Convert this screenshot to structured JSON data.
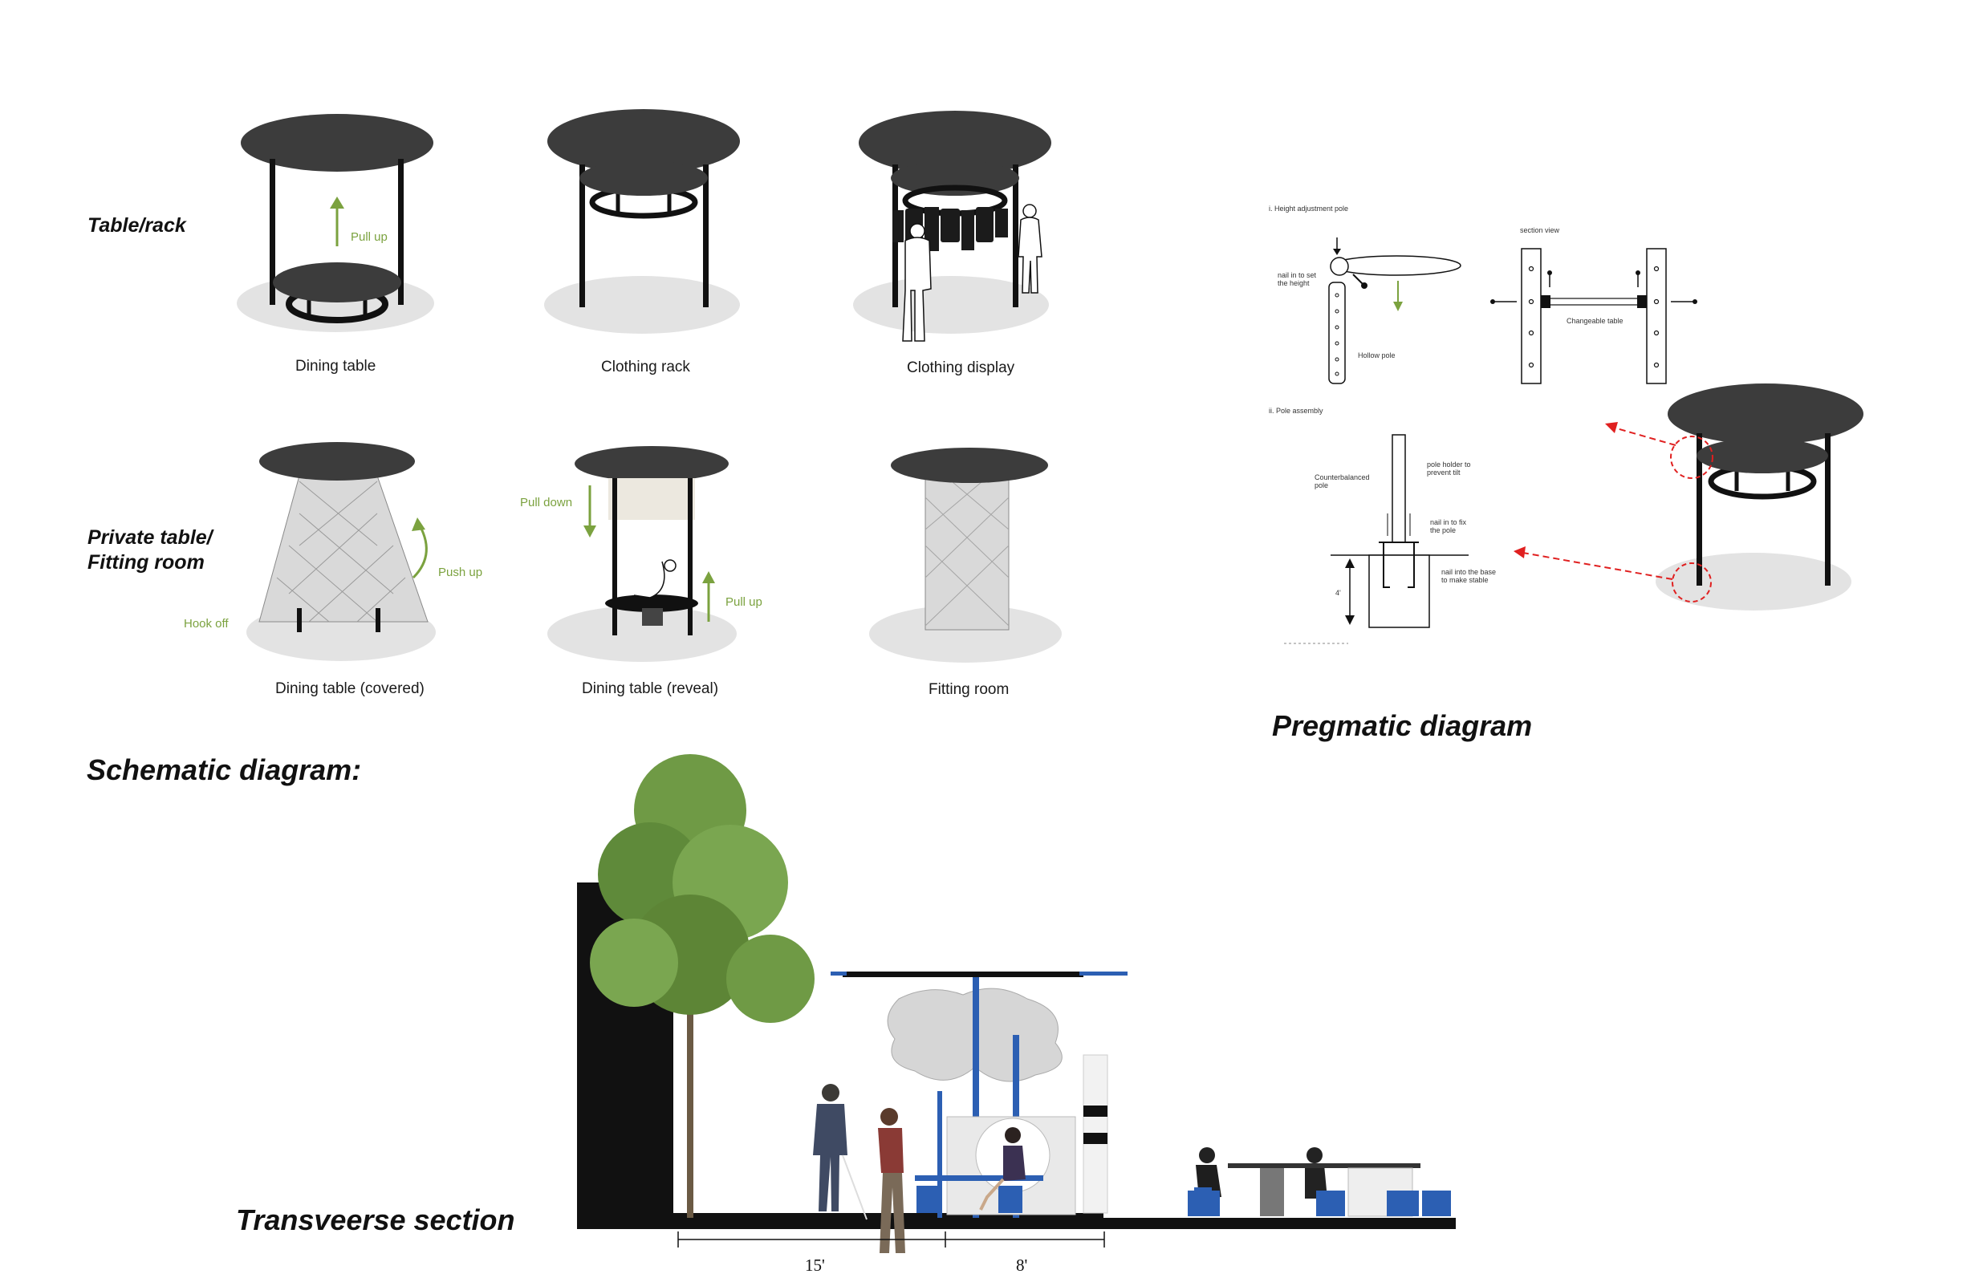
{
  "schematic": {
    "row_labels": {
      "table_rack": "Table/rack",
      "private_table_line1": "Private table/",
      "private_table_line2": "Fitting room"
    },
    "captions": {
      "dining_table": "Dining table",
      "clothing_rack": "Clothing rack",
      "clothing_display": "Clothing display",
      "dining_covered": "Dining table (covered)",
      "dining_reveal": "Dining table (reveal)",
      "fitting_room": "Fitting room"
    },
    "annotations": {
      "pull_up_1": "Pull up",
      "push_up": "Push up",
      "hook_off": "Hook off",
      "pull_down": "Pull down",
      "pull_up_2": "Pull up"
    },
    "title": "Schematic diagram:"
  },
  "pragmatic": {
    "title": "Pregmatic diagram",
    "height_pole": {
      "heading": "i. Height adjustment pole",
      "nail_line1": "nail in to set",
      "nail_line2": "the height",
      "hollow_pole": "Hollow pole",
      "section_view": "section view",
      "changeable_table": "Changeable table"
    },
    "pole_assembly": {
      "heading": "ii. Pole assembly",
      "counter_line1": "Counterbalanced",
      "counter_line2": "pole",
      "holder_line1": "pole holder to",
      "holder_line2": "prevent tilt",
      "fix_line1": "nail in to fix",
      "fix_line2": "the pole",
      "base_line1": "nail into the base",
      "base_line2": "to make stable",
      "depth": "4'"
    }
  },
  "section": {
    "title": "Transveerse section",
    "dim_left": "15'",
    "dim_right": "8'"
  },
  "colors": {
    "dark": "#3c3c3c",
    "shadow": "#e3e3e3",
    "accent_green": "#7ba23f",
    "red_arrow": "#e02020",
    "blue": "#2c5fb3"
  }
}
